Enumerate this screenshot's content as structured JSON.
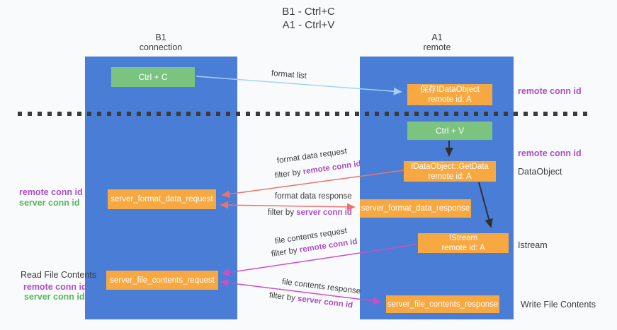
{
  "title": {
    "line1": "B1 - Ctrl+C",
    "line2": "A1 - Ctrl+V"
  },
  "lanes": {
    "b1": {
      "name": "B1",
      "role": "connection"
    },
    "a1": {
      "name": "A1",
      "role": "remote"
    }
  },
  "nodes": {
    "ctrl_c": {
      "label": "Ctrl + C"
    },
    "ctrl_v": {
      "label": "Ctrl + V"
    },
    "save_dataobject": {
      "line1": "保存IDataObject",
      "line2": "remote id: A"
    },
    "getdata": {
      "line1": "IDataObject::GetData",
      "line2": "remote id: A"
    },
    "istream": {
      "line1": "IStream",
      "line2": "remote id: A"
    },
    "server_format_data_request": {
      "label": "server_format_data_request"
    },
    "server_format_data_response": {
      "label": "server_format_data_response"
    },
    "server_file_contents_request": {
      "label": "server_file_contents_request"
    },
    "server_file_contents_response": {
      "label": "server_file_contents_response"
    }
  },
  "flows": {
    "format_list": {
      "label": "format list"
    },
    "format_data_request": {
      "label": "format data request",
      "filter_prefix": "filter by ",
      "filter_key": "remote conn id"
    },
    "format_data_response": {
      "label": "format data response",
      "filter_prefix": "filter by ",
      "filter_key": "server conn id"
    },
    "file_contents_request": {
      "label": "file contents request",
      "filter_prefix": "filter by ",
      "filter_key": "remote conn id"
    },
    "file_contents_response": {
      "label": "file contents response",
      "filter_prefix": "filter by ",
      "filter_key": "server conn id"
    }
  },
  "left_annotations": {
    "format": {
      "remote": "remote conn id",
      "server": "server conn id"
    },
    "file": {
      "title": "Read File Contents",
      "remote": "remote conn id",
      "server": "server conn id"
    }
  },
  "right_annotations": {
    "clipboard": "remote conn id",
    "paste": "remote conn id",
    "dataobject": "DataObject",
    "istream": "Istream",
    "write_file": "Write File Contents"
  },
  "colors": {
    "lane_blue": "#4a7ed6",
    "node_orange": "#f7a841",
    "node_green": "#7bc47f",
    "arrow_blue": "#a5d2f3",
    "arrow_red": "#ed726c",
    "arrow_magenta": "#cd4ec5",
    "arrow_black": "#2f2f2f",
    "label_purple": "#a94fc8",
    "label_green": "#57b55f"
  }
}
